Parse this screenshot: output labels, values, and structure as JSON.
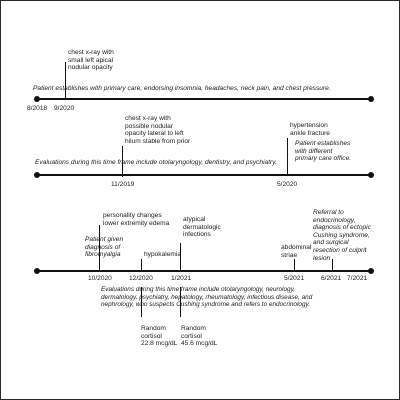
{
  "colors": {
    "line": "#111111",
    "text": "#1a1a1a",
    "background": "#ffffff"
  },
  "row1": {
    "dates": [
      "8/2018",
      "9/2020"
    ],
    "event_chest_xray": "chest x-ray with\nsmall left apical\nnodular opacity",
    "note": "Patient establishes with primary care, endorsing insomnia, headaches, neck pain, and chest pressure."
  },
  "row2": {
    "dates": [
      "11/2019",
      "5/2020"
    ],
    "event_chest_xray": "chest x-ray with\npossible nodular\nopacity lateral to left\nhilum stable from prior",
    "event_hypertension": "hypertension\nankle fracture",
    "note": "Evaluations during this time frame include otolaryngology, dentistry, and psychiatry.",
    "note_new_primary": "Patient establishes\nwith different\nprimary care office."
  },
  "row3": {
    "dates": [
      "10/2020",
      "12/2020",
      "1/2021",
      "5/2021",
      "6/2021",
      "7/2021"
    ],
    "event_personality": "personality changes\nlower extremity edema",
    "event_fibromyalgia": "Patient given\ndiagnosis of\nfibromyalgia",
    "event_hypokalemia": "hypokalemia",
    "event_dermatologic": "atypical\ndermatologic\ninfections",
    "event_striae": "abdominal\nstriae",
    "event_referral": "Referral to\nendocrinology,\ndiagnosis of ectopic\nCushing syndrome,\nand surgical\nresection of culprit\nlesion",
    "note": "Evaluations during this time frame include otolaryngology, neurology,\ndermatology, psychiatry, hepatology, rheumatology, infectious disease, and\nnephrology, who suspects Cushing syndrome and refers to endocrinology.",
    "cortisol_1": "Random\ncortisol\n22.8 mcg/dL",
    "cortisol_2": "Random\ncortisol\n45.6 mcg/dL"
  }
}
